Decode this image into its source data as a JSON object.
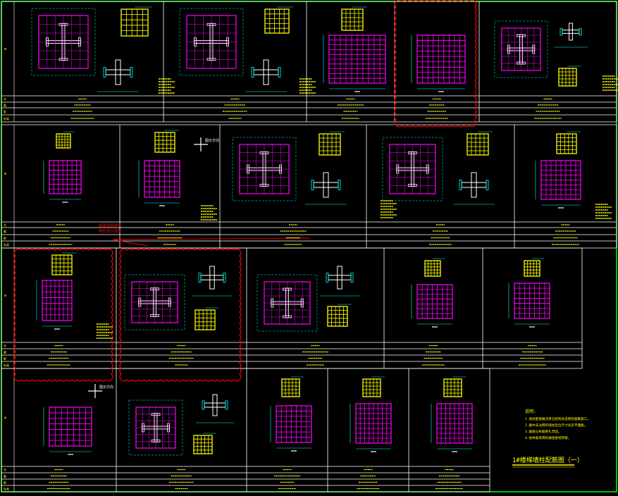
{
  "drawing": {
    "title": "1#楼梯墙柱配筋图（一）",
    "notes_heading": "说明:",
    "notes": [
      "1.墙柱配筋做法参见结构总说明及图集施工。",
      "2.图中未注明的墙柱定位尺寸详见平面图。",
      "3.箍筋与纵筋绑扎牢固。",
      "4.柱纵筋采用机械连接或焊接。"
    ],
    "row_labels": [
      "号",
      "截",
      "配",
      "标高"
    ],
    "cloud_note": [
      "修改说明详见",
      "构件设计变更"
    ],
    "compass_label": "图示方向"
  },
  "colors": {
    "background": "#000000",
    "frame": "#00ff00",
    "table_line": "#ffffff",
    "rebar": "#ff00ff",
    "stirrup_detail": "#ffff00",
    "dimension": "#00ffff",
    "revision_cloud": "#ff0000",
    "text": "#ffff00"
  },
  "icons": [
    "compass-icon"
  ]
}
